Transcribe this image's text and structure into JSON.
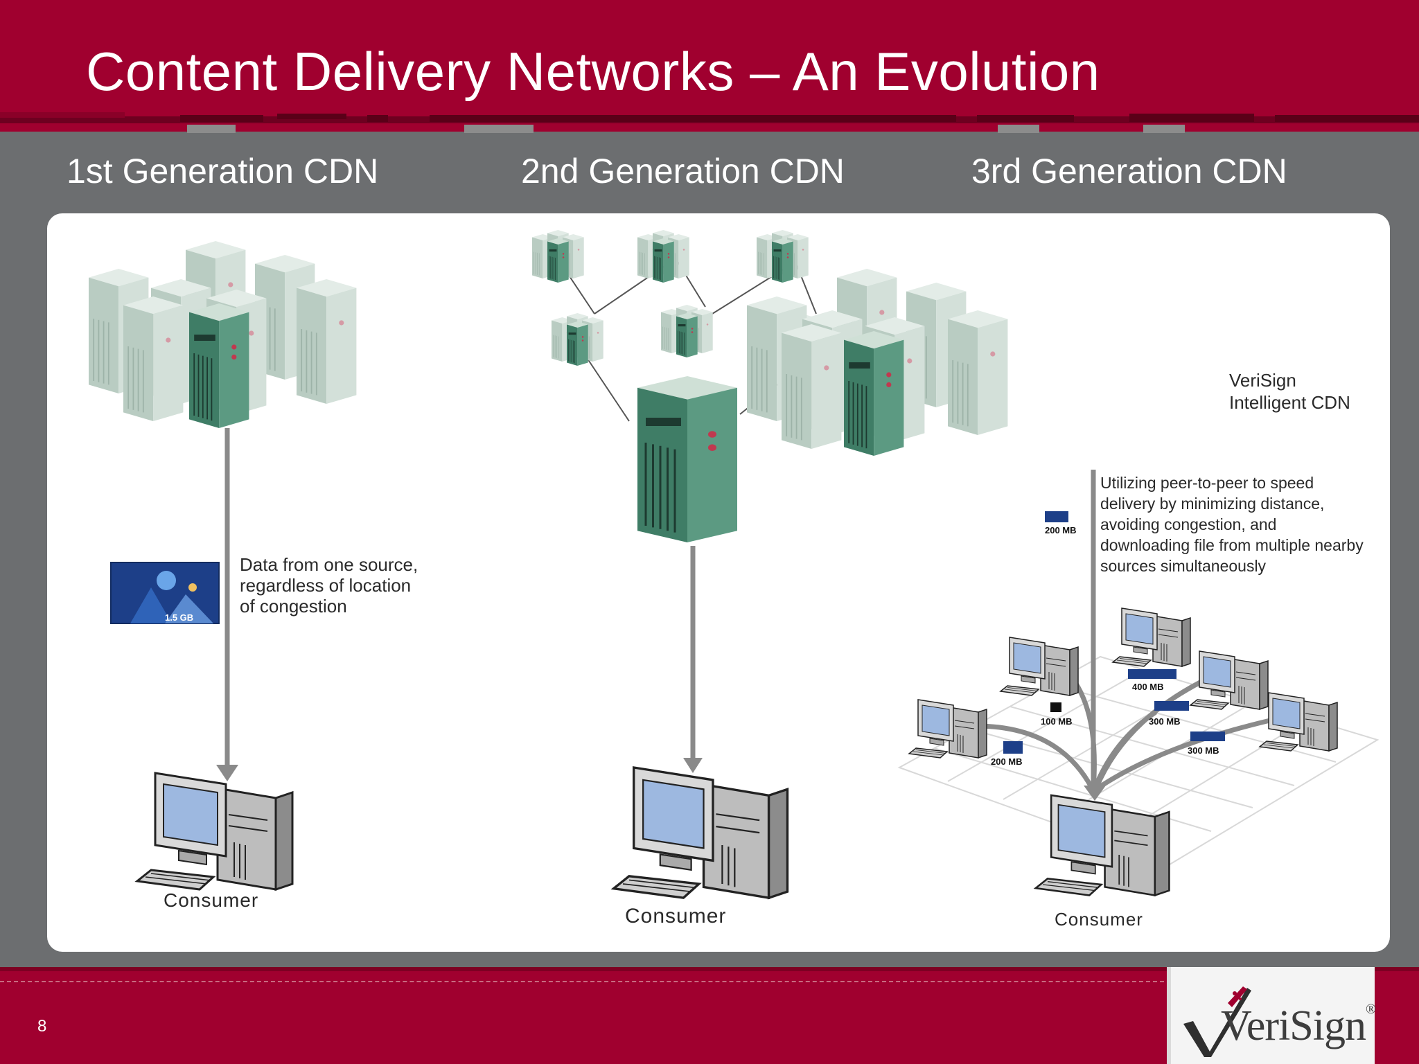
{
  "slide": {
    "title": "Content Delivery Networks – An Evolution",
    "page_number": "8"
  },
  "generations": [
    {
      "title": "1st Generation CDN",
      "description": "Data from one source, regardless of location of congestion",
      "file_size": "1.5 GB",
      "consumer_label": "Consumer"
    },
    {
      "title": "2nd Generation CDN",
      "consumer_label": "Consumer"
    },
    {
      "title": "3rd Generation CDN",
      "cdn_label_line1": "VeriSign",
      "cdn_label_line2": "Intelligent CDN",
      "description": "Utilizing peer-to-peer to speed delivery by minimizing distance, avoiding congestion, and downloading file from multiple nearby sources simultaneously",
      "source_size": "200 MB",
      "peer_sizes": [
        "400 MB",
        "300 MB",
        "100 MB",
        "300 MB",
        "200 MB"
      ],
      "consumer_label": "Consumer"
    }
  ],
  "logo": {
    "text": "VeriSign",
    "registered": "®"
  },
  "colors": {
    "brand_red": "#a0002f",
    "background_gray": "#6c6e70",
    "server_green": "#4a8a72",
    "arrow_gray": "#8a8a8a",
    "monitor_blue": "#9db8e0"
  },
  "icons": [
    "server-cluster-icon",
    "server-tower-icon",
    "computer-icon",
    "video-thumbnail-icon",
    "verisign-checkmark-icon"
  ]
}
